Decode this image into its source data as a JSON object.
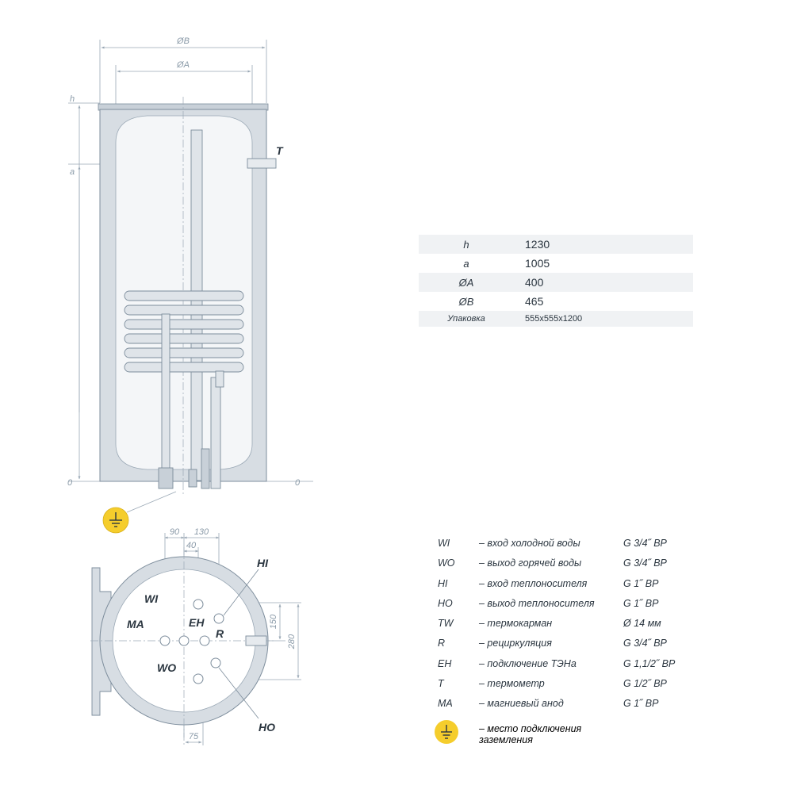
{
  "dimensions": {
    "dia_b": "ØB",
    "dia_a": "ØA",
    "h": "h",
    "a": "a",
    "zero_left": "0",
    "zero_right": "0",
    "d90": "90",
    "d130": "130",
    "d40": "40",
    "d150": "150",
    "d280": "280",
    "d75": "75"
  },
  "side_view": {
    "t_label": "T"
  },
  "top_view": {
    "wi": "WI",
    "hi": "HI",
    "ma": "MA",
    "eh": "EH",
    "r": "R",
    "wo": "WO",
    "ho": "HO"
  },
  "specs": [
    {
      "key": "h",
      "value": "1230"
    },
    {
      "key": "a",
      "value": "1005"
    },
    {
      "key": "ØA",
      "value": "400"
    },
    {
      "key": "ØB",
      "value": "465"
    },
    {
      "key": "Упаковка",
      "value": "555x555x1200"
    }
  ],
  "legend": [
    {
      "code": "WI",
      "desc": "– вход холодной воды",
      "value": "G 3/4˝ ВР"
    },
    {
      "code": "WO",
      "desc": "– выход горячей воды",
      "value": "G 3/4˝ ВР"
    },
    {
      "code": "HI",
      "desc": "– вход теплоносителя",
      "value": "G 1˝ ВР"
    },
    {
      "code": "HO",
      "desc": "– выход теплоносителя",
      "value": "G 1˝ ВР"
    },
    {
      "code": "TW",
      "desc": "– термокарман",
      "value": "Ø 14 мм"
    },
    {
      "code": "R",
      "desc": "– рециркуляция",
      "value": "G 3/4˝ ВР"
    },
    {
      "code": "EH",
      "desc": "– подключение ТЭНа",
      "value": "G 1,1/2˝ ВР"
    },
    {
      "code": "T",
      "desc": "– термометр",
      "value": "G 1/2˝ ВР"
    },
    {
      "code": "MA",
      "desc": "– магниевый анод",
      "value": "G 1˝ ВР"
    }
  ],
  "ground_desc": "– место подключения заземления",
  "colors": {
    "tank_shell": "#d7dde3",
    "tank_inner": "#f4f6f8",
    "stroke": "#7d8d9c",
    "ground": "#f5cd2c"
  }
}
